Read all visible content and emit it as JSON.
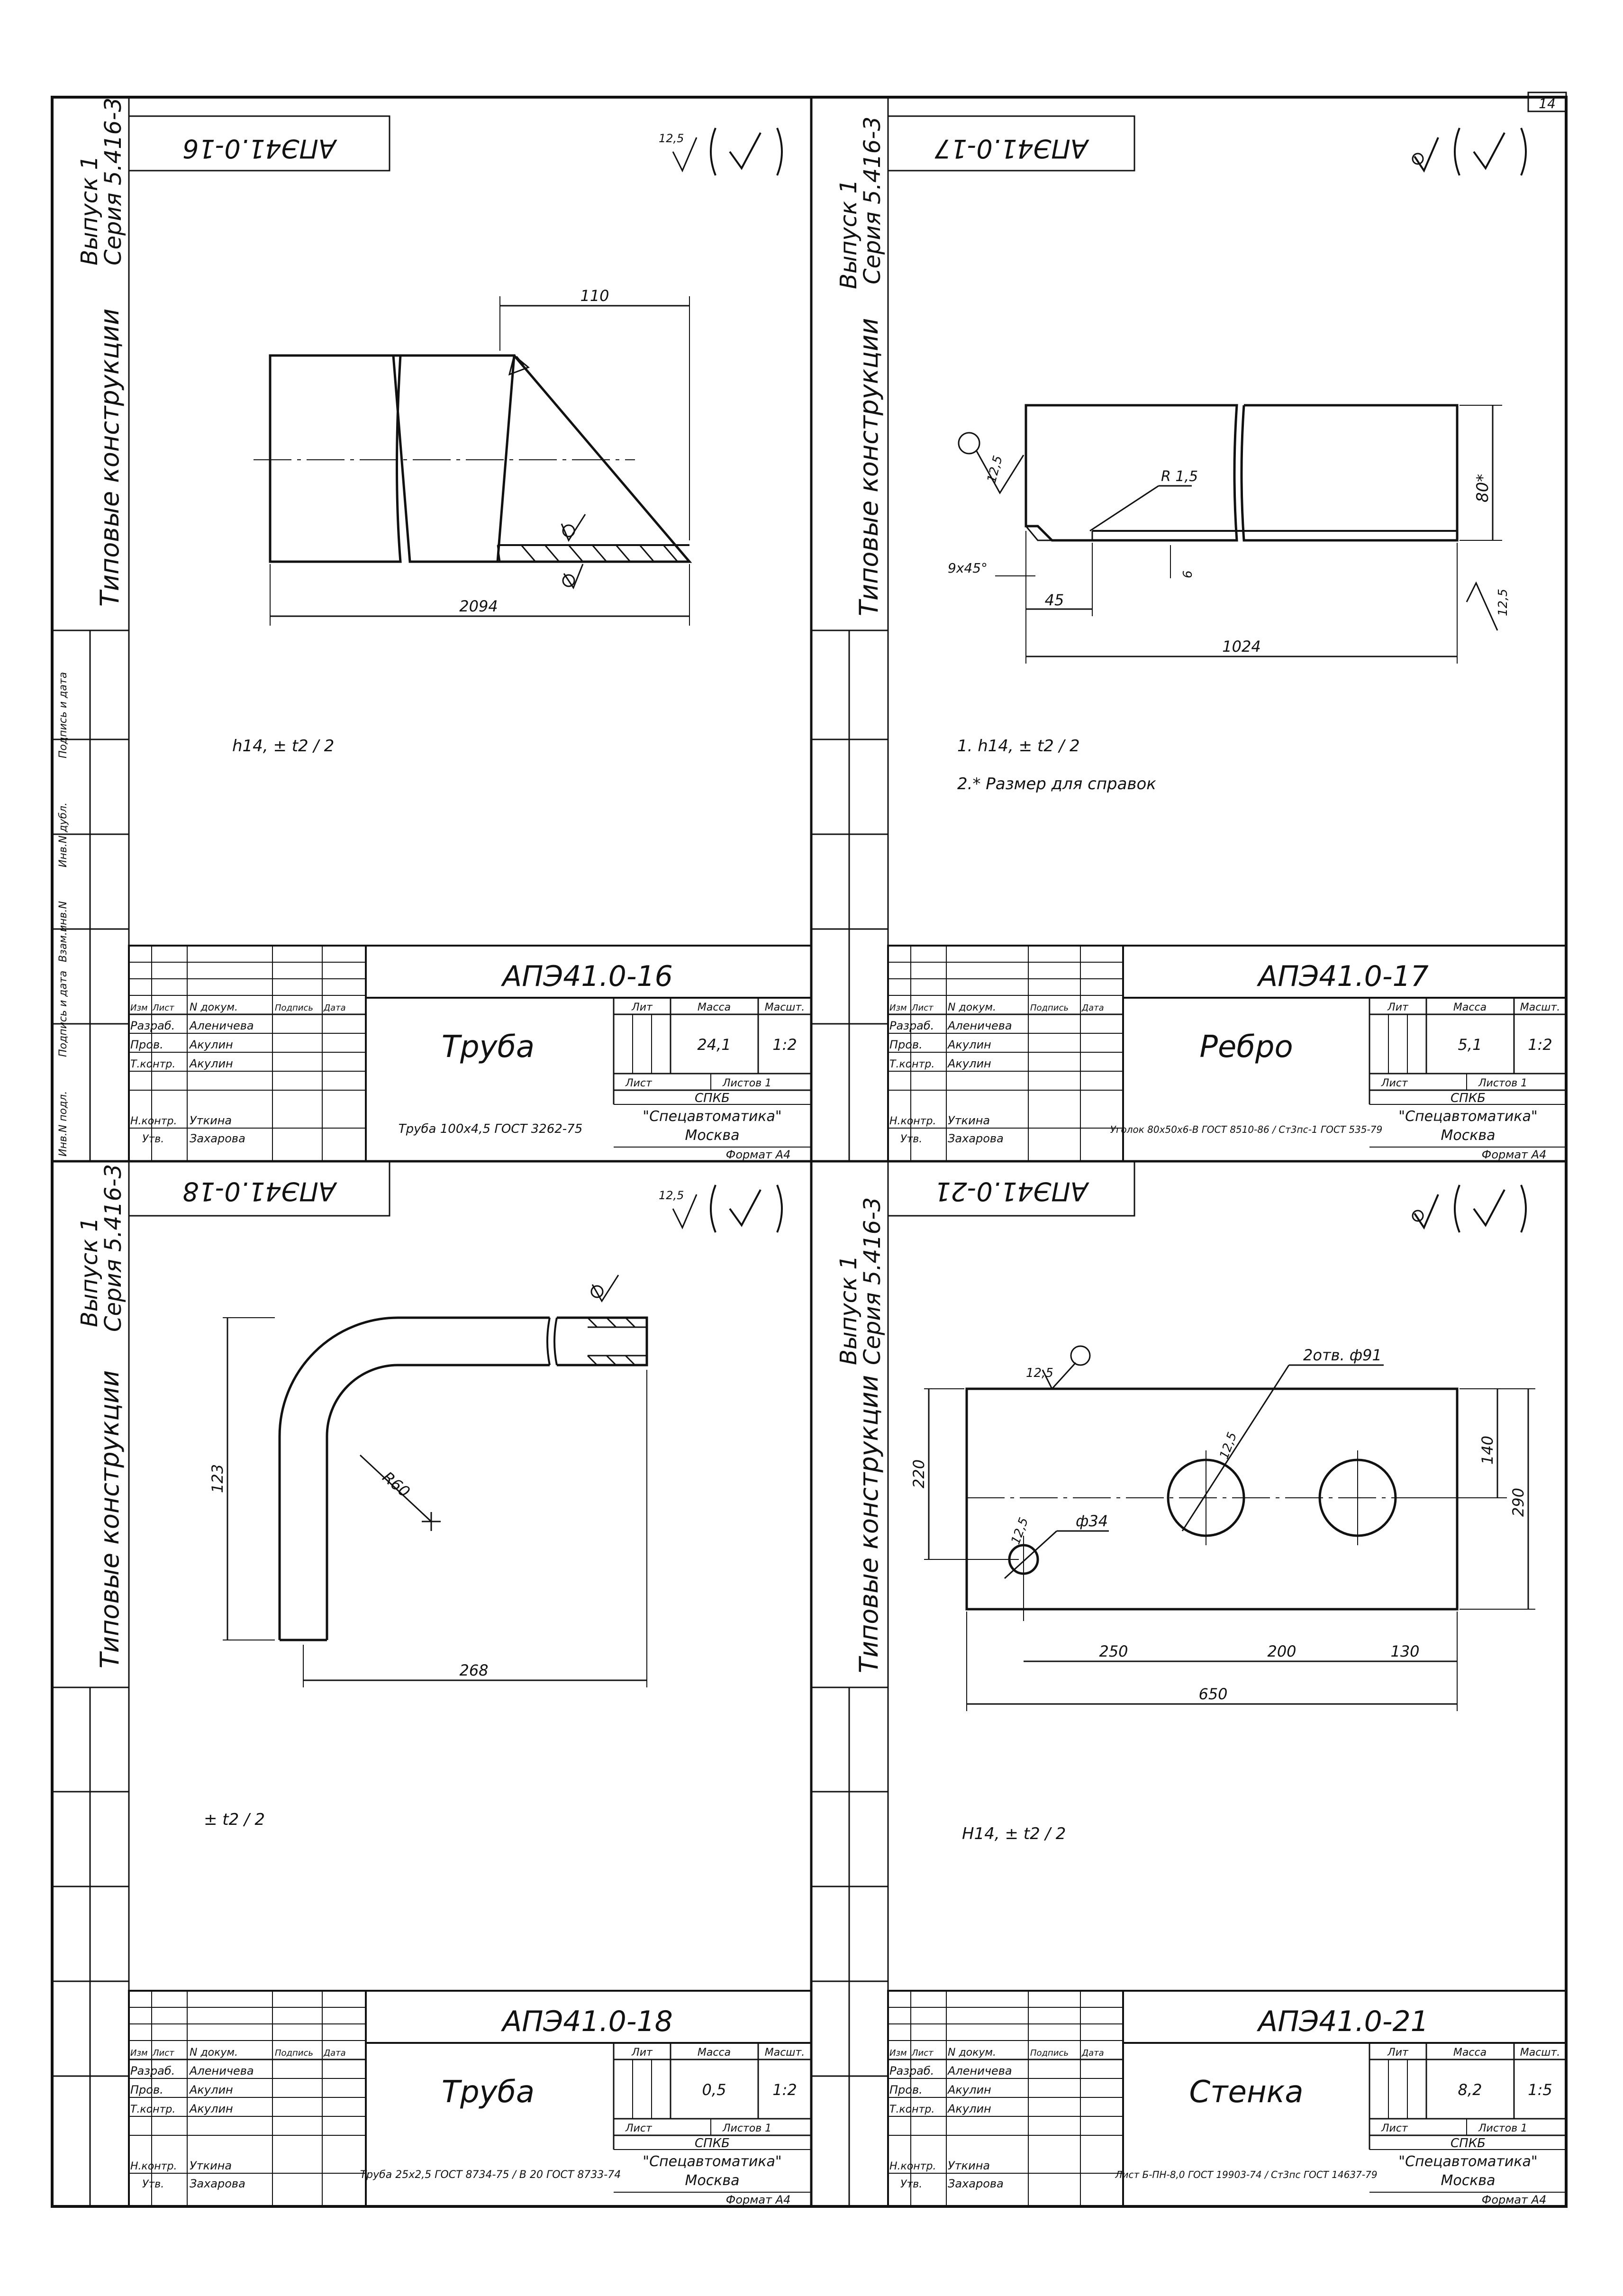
{
  "page_number": "14",
  "series": {
    "issue": "Выпуск 1",
    "series": "Серия 5.416-3",
    "collection": "Типовые конструкции"
  },
  "left_columns": [
    "Инв.N подл.",
    "Подпись и дата",
    "Взам.инв.N",
    "Инв.N дубл.",
    "Подпись и дата"
  ],
  "stamp_headers": {
    "izm": "Изм",
    "list": "Лист",
    "n_dokum": "N докум.",
    "podpis": "Подпись",
    "data": "Дата",
    "lit": "Лит",
    "massa": "Масса",
    "masshtab": "Масшт.",
    "list2": "Лист",
    "listov": "Листов"
  },
  "roles": {
    "razrab": "Разраб.",
    "prov": "Пров.",
    "tkontr": "Т.контр.",
    "nkontr": "Н.контр.",
    "utv": "Утв."
  },
  "people": {
    "razrab": "Аленичева",
    "prov": "Акулин",
    "tkontr": "Акулин",
    "nkontr": "Уткина",
    "utv": "Захарова"
  },
  "org": {
    "line1": "СПКБ",
    "line2": "\"Спецавтоматика\"",
    "line3": "Москва"
  },
  "format": "Формат А4",
  "sheets": [
    {
      "code": "АПЭ41.0-16",
      "code_mirror": "АПЭ41.0-16",
      "name": "Труба",
      "mass": "24,1",
      "scale": "1:2",
      "sheets_total": "Листов 1",
      "material": "Труба 100х4,5 ГОСТ 3262-75",
      "roughness": "12,5",
      "notes": [
        "h14,  ± t2 / 2"
      ],
      "dims": {
        "d110": "110",
        "d2094": "2094"
      }
    },
    {
      "code": "АПЭ41.0-17",
      "code_mirror": "АПЭ41.0-17",
      "name": "Ребро",
      "mass": "5,1",
      "scale": "1:2",
      "sheets_total": "Листов 1",
      "material": "Уголок 80х50х6-В ГОСТ 8510-86 / Ст3пс-1 ГОСТ 535-79",
      "roughness": "12,5",
      "notes": [
        "1. h14,  ± t2 / 2",
        "2.* Размер для справок"
      ],
      "dims": {
        "r15": "R 1,5",
        "d80": "80*",
        "d6": "6",
        "c9x45": "9х45°",
        "d45": "45",
        "d1024": "1024",
        "rough": "12,5"
      }
    },
    {
      "code": "АПЭ41.0-18",
      "code_mirror": "АПЭ41.0-18",
      "name": "Труба",
      "mass": "0,5",
      "scale": "1:2",
      "sheets_total": "Листов 1",
      "material": "Труба 25х2,5 ГОСТ 8734-75 / В 20 ГОСТ 8733-74",
      "roughness": "12,5",
      "notes": [
        "± t2 / 2"
      ],
      "dims": {
        "d123": "123",
        "r60": "R60",
        "d268": "268"
      }
    },
    {
      "code": "АПЭ41.0-21",
      "code_mirror": "АПЭ41.0-21",
      "name": "Стенка",
      "mass": "8,2",
      "scale": "1:5",
      "sheets_total": "Листов 1",
      "material": "Лист Б-ПН-8,0 ГОСТ 19903-74 / Ст3пс ГОСТ 14637-79",
      "roughness": "12,5",
      "notes": [
        "H14,  ± t2 / 2"
      ],
      "dims": {
        "holes": "2отв. ф91",
        "d34": "ф34",
        "d220": "220",
        "d140": "140",
        "d290": "290",
        "d250": "250",
        "d200": "200",
        "d130": "130",
        "d650": "650",
        "rough": "12,5"
      }
    }
  ]
}
